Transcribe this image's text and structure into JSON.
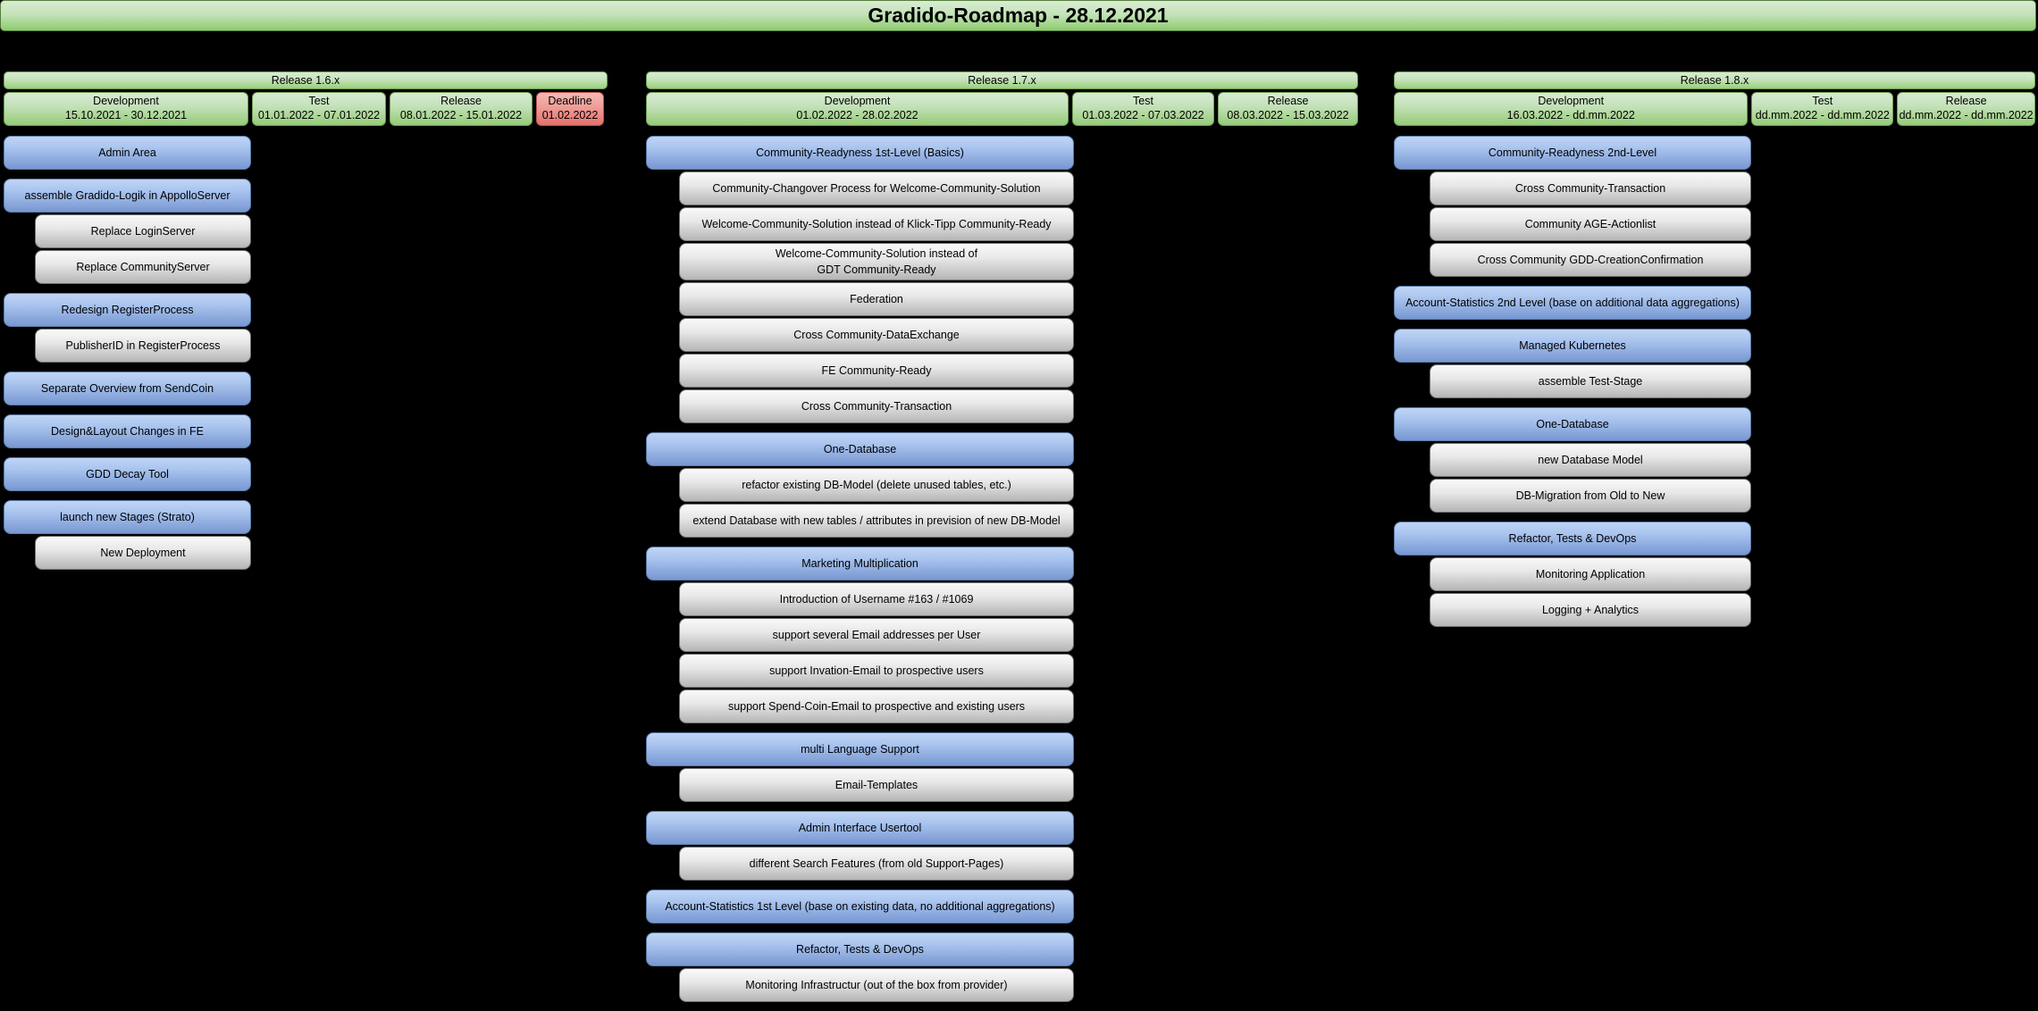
{
  "title": "Gradido-Roadmap - 28.12.2021",
  "colors": {
    "background": "#000000",
    "green_fill": "#97d077",
    "blue_fill": "#7ea6e0",
    "gray_fill": "#b3b3b3",
    "red_fill": "#ea6b66",
    "text": "#000000"
  },
  "releases": [
    {
      "name": "Release 1.6.x",
      "phases": [
        {
          "label": "Development",
          "dates": "15.10.2021 - 30.12.2021",
          "accent": "green"
        },
        {
          "label": "Test",
          "dates": "01.01.2022 - 07.01.2022",
          "accent": "green"
        },
        {
          "label": "Release",
          "dates": "08.01.2022 - 15.01.2022",
          "accent": "green"
        },
        {
          "label": "Deadline",
          "dates": "01.02.2022",
          "accent": "red"
        }
      ],
      "groups": [
        {
          "parent": "Admin Area",
          "children": []
        },
        {
          "parent": "assemble Gradido-Logik in AppolloServer",
          "children": [
            "Replace LoginServer",
            "Replace CommunityServer"
          ]
        },
        {
          "parent": "Redesign RegisterProcess",
          "children": [
            "PublisherID in RegisterProcess"
          ]
        },
        {
          "parent": "Separate Overview from SendCoin",
          "children": []
        },
        {
          "parent": "Design&Layout Changes in FE",
          "children": []
        },
        {
          "parent": "GDD Decay Tool",
          "children": []
        },
        {
          "parent": "launch new Stages (Strato)",
          "children": [
            "New Deployment"
          ]
        }
      ]
    },
    {
      "name": "Release 1.7.x",
      "phases": [
        {
          "label": "Development",
          "dates": "01.02.2022 - 28.02.2022",
          "accent": "green"
        },
        {
          "label": "Test",
          "dates": "01.03.2022 - 07.03.2022",
          "accent": "green"
        },
        {
          "label": "Release",
          "dates": "08.03.2022 - 15.03.2022",
          "accent": "green"
        }
      ],
      "groups": [
        {
          "parent": "Community-Readyness 1st-Level (Basics)",
          "children": [
            "Community-Changover Process for Welcome-Community-Solution",
            "Welcome-Community-Solution instead of Klick-Tipp Community-Ready",
            "Welcome-Community-Solution instead of\nGDT Community-Ready",
            "Federation",
            "Cross Community-DataExchange",
            "FE Community-Ready",
            "Cross Community-Transaction"
          ]
        },
        {
          "parent": "One-Database",
          "children": [
            "refactor existing DB-Model (delete unused tables, etc.)",
            "extend Database with new tables / attributes in prevision of new DB-Model"
          ]
        },
        {
          "parent": "Marketing Multiplication",
          "children": [
            "Introduction of Username #163 / #1069",
            "support several Email addresses per User",
            "support Invation-Email to prospective users",
            "support Spend-Coin-Email to prospective and existing users"
          ]
        },
        {
          "parent": "multi Language Support",
          "children": [
            "Email-Templates"
          ]
        },
        {
          "parent": "Admin Interface Usertool",
          "children": [
            "different Search Features (from old Support-Pages)"
          ]
        },
        {
          "parent": "Account-Statistics 1st Level (base on existing data, no additional aggregations)",
          "children": []
        },
        {
          "parent": "Refactor, Tests & DevOps",
          "children": [
            "Monitoring Infrastructur (out of the box from provider)"
          ]
        }
      ]
    },
    {
      "name": "Release 1.8.x",
      "phases": [
        {
          "label": "Development",
          "dates": "16.03.2022 - dd.mm.2022",
          "accent": "green"
        },
        {
          "label": "Test",
          "dates": "dd.mm.2022 - dd.mm.2022",
          "accent": "green"
        },
        {
          "label": "Release",
          "dates": "dd.mm.2022 - dd.mm.2022",
          "accent": "green"
        }
      ],
      "groups": [
        {
          "parent": "Community-Readyness 2nd-Level",
          "children": [
            "Cross Community-Transaction",
            "Community AGE-Actionlist",
            "Cross Community GDD-CreationConfirmation"
          ]
        },
        {
          "parent": "Account-Statistics 2nd Level (base on additional data aggregations)",
          "children": []
        },
        {
          "parent": "Managed Kubernetes",
          "children": [
            "assemble Test-Stage"
          ]
        },
        {
          "parent": "One-Database",
          "children": [
            "new Database Model",
            "DB-Migration from Old to New"
          ]
        },
        {
          "parent": "Refactor, Tests & DevOps",
          "children": [
            "Monitoring Application",
            "Logging + Analytics"
          ]
        }
      ]
    }
  ]
}
